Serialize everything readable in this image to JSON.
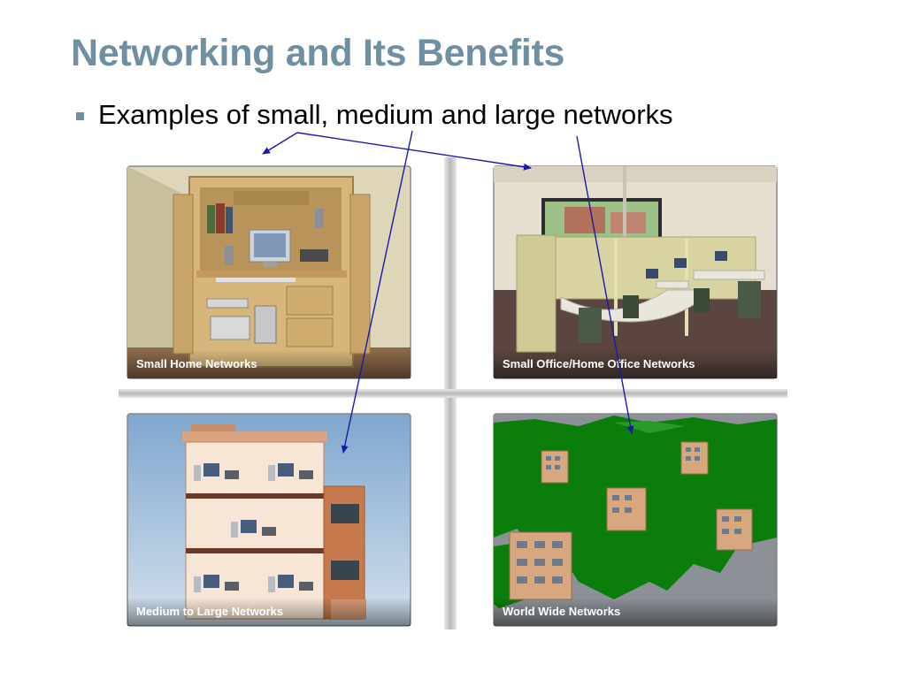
{
  "slide": {
    "title": "Networking and Its Benefits",
    "bullet": "Examples of small, medium and large networks"
  },
  "panels": {
    "home": "Small Home Networks",
    "soho": "Small Office/Home Office Networks",
    "medium": "Medium to Large Networks",
    "world": "World Wide Networks"
  },
  "colors": {
    "title": "#6f8fa3",
    "arrow": "#1a1aa8",
    "map_land": "#0b7d0b",
    "map_sea": "#8c9198"
  }
}
